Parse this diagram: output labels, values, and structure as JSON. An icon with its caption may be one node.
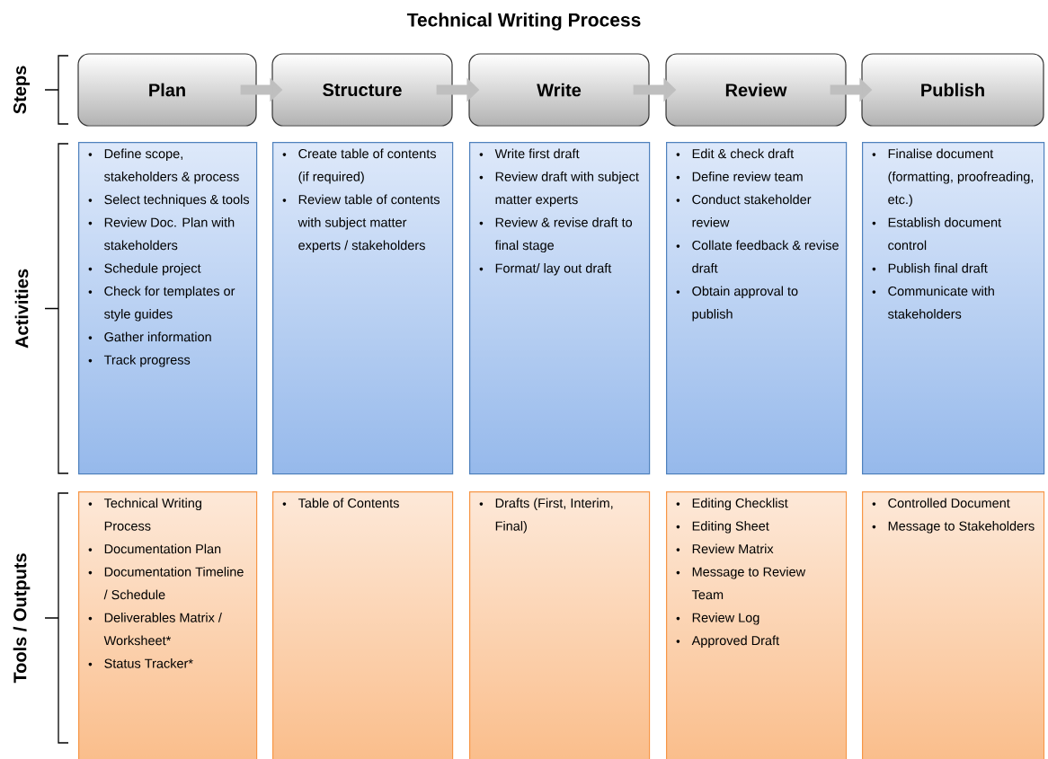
{
  "diagram": {
    "title": "Technical Writing Process",
    "nodes": [
      {
        "text": [
          "Plan"
        ]
      },
      {
        "text": [
          "Structure"
        ]
      },
      {
        "text": [
          "Write"
        ]
      },
      {
        "text": [
          "Review"
        ]
      },
      {
        "text": [
          "Publish"
        ]
      },
      {
        "text": [
          "Define scope, stakeholders & process",
          "Select techniques & tools",
          "Review Doc. Plan with stakeholders",
          "Schedule project",
          "Check for templates or style guides",
          "Gather information",
          "Track progress"
        ]
      },
      {
        "text": [
          "Create table of contents (if required)",
          "Review table of contents with subject matter experts / stakeholders"
        ]
      },
      {
        "text": [
          "Write first draft",
          "Review draft with subject matter experts",
          "Review & revise draft to final stage",
          "Format/ lay out draft"
        ]
      },
      {
        "text": [
          "Edit & check draft",
          "Define review team",
          "Conduct stakeholder review",
          "Collate feedback & revise draft",
          "Obtain approval to publish"
        ]
      },
      {
        "text": [
          "Finalise document (formatting, proofreading, etc.)",
          "Establish document control",
          "Publish final draft",
          "Communicate with stakeholders"
        ]
      },
      {
        "text": [
          "Technical Writing Process",
          "Documentation Plan",
          "Documentation Timeline / Schedule",
          "Deliverables Matrix / Worksheet*",
          "Status Tracker*"
        ]
      },
      {
        "text": [
          "Table of Contents"
        ]
      },
      {
        "text": [
          "Drafts (First, Interim, Final)"
        ]
      },
      {
        "text": [
          "Editing Checklist",
          "Editing Sheet",
          "Review Matrix",
          "Message to Review Team",
          "Review Log",
          "Approved Draft"
        ]
      },
      {
        "text": [
          "Controlled Document",
          "Message to Stakeholders"
        ]
      }
    ],
    "edges": [
      {
        "from": 0,
        "to": 1,
        "arrow": "to"
      },
      {
        "from": 1,
        "to": 2,
        "arrow": "to"
      },
      {
        "from": 2,
        "to": 3,
        "arrow": "to"
      },
      {
        "from": 3,
        "to": 4,
        "arrow": "to"
      }
    ],
    "labels": [
      "Steps",
      "Activities",
      "Tools / Outputs"
    ]
  }
}
